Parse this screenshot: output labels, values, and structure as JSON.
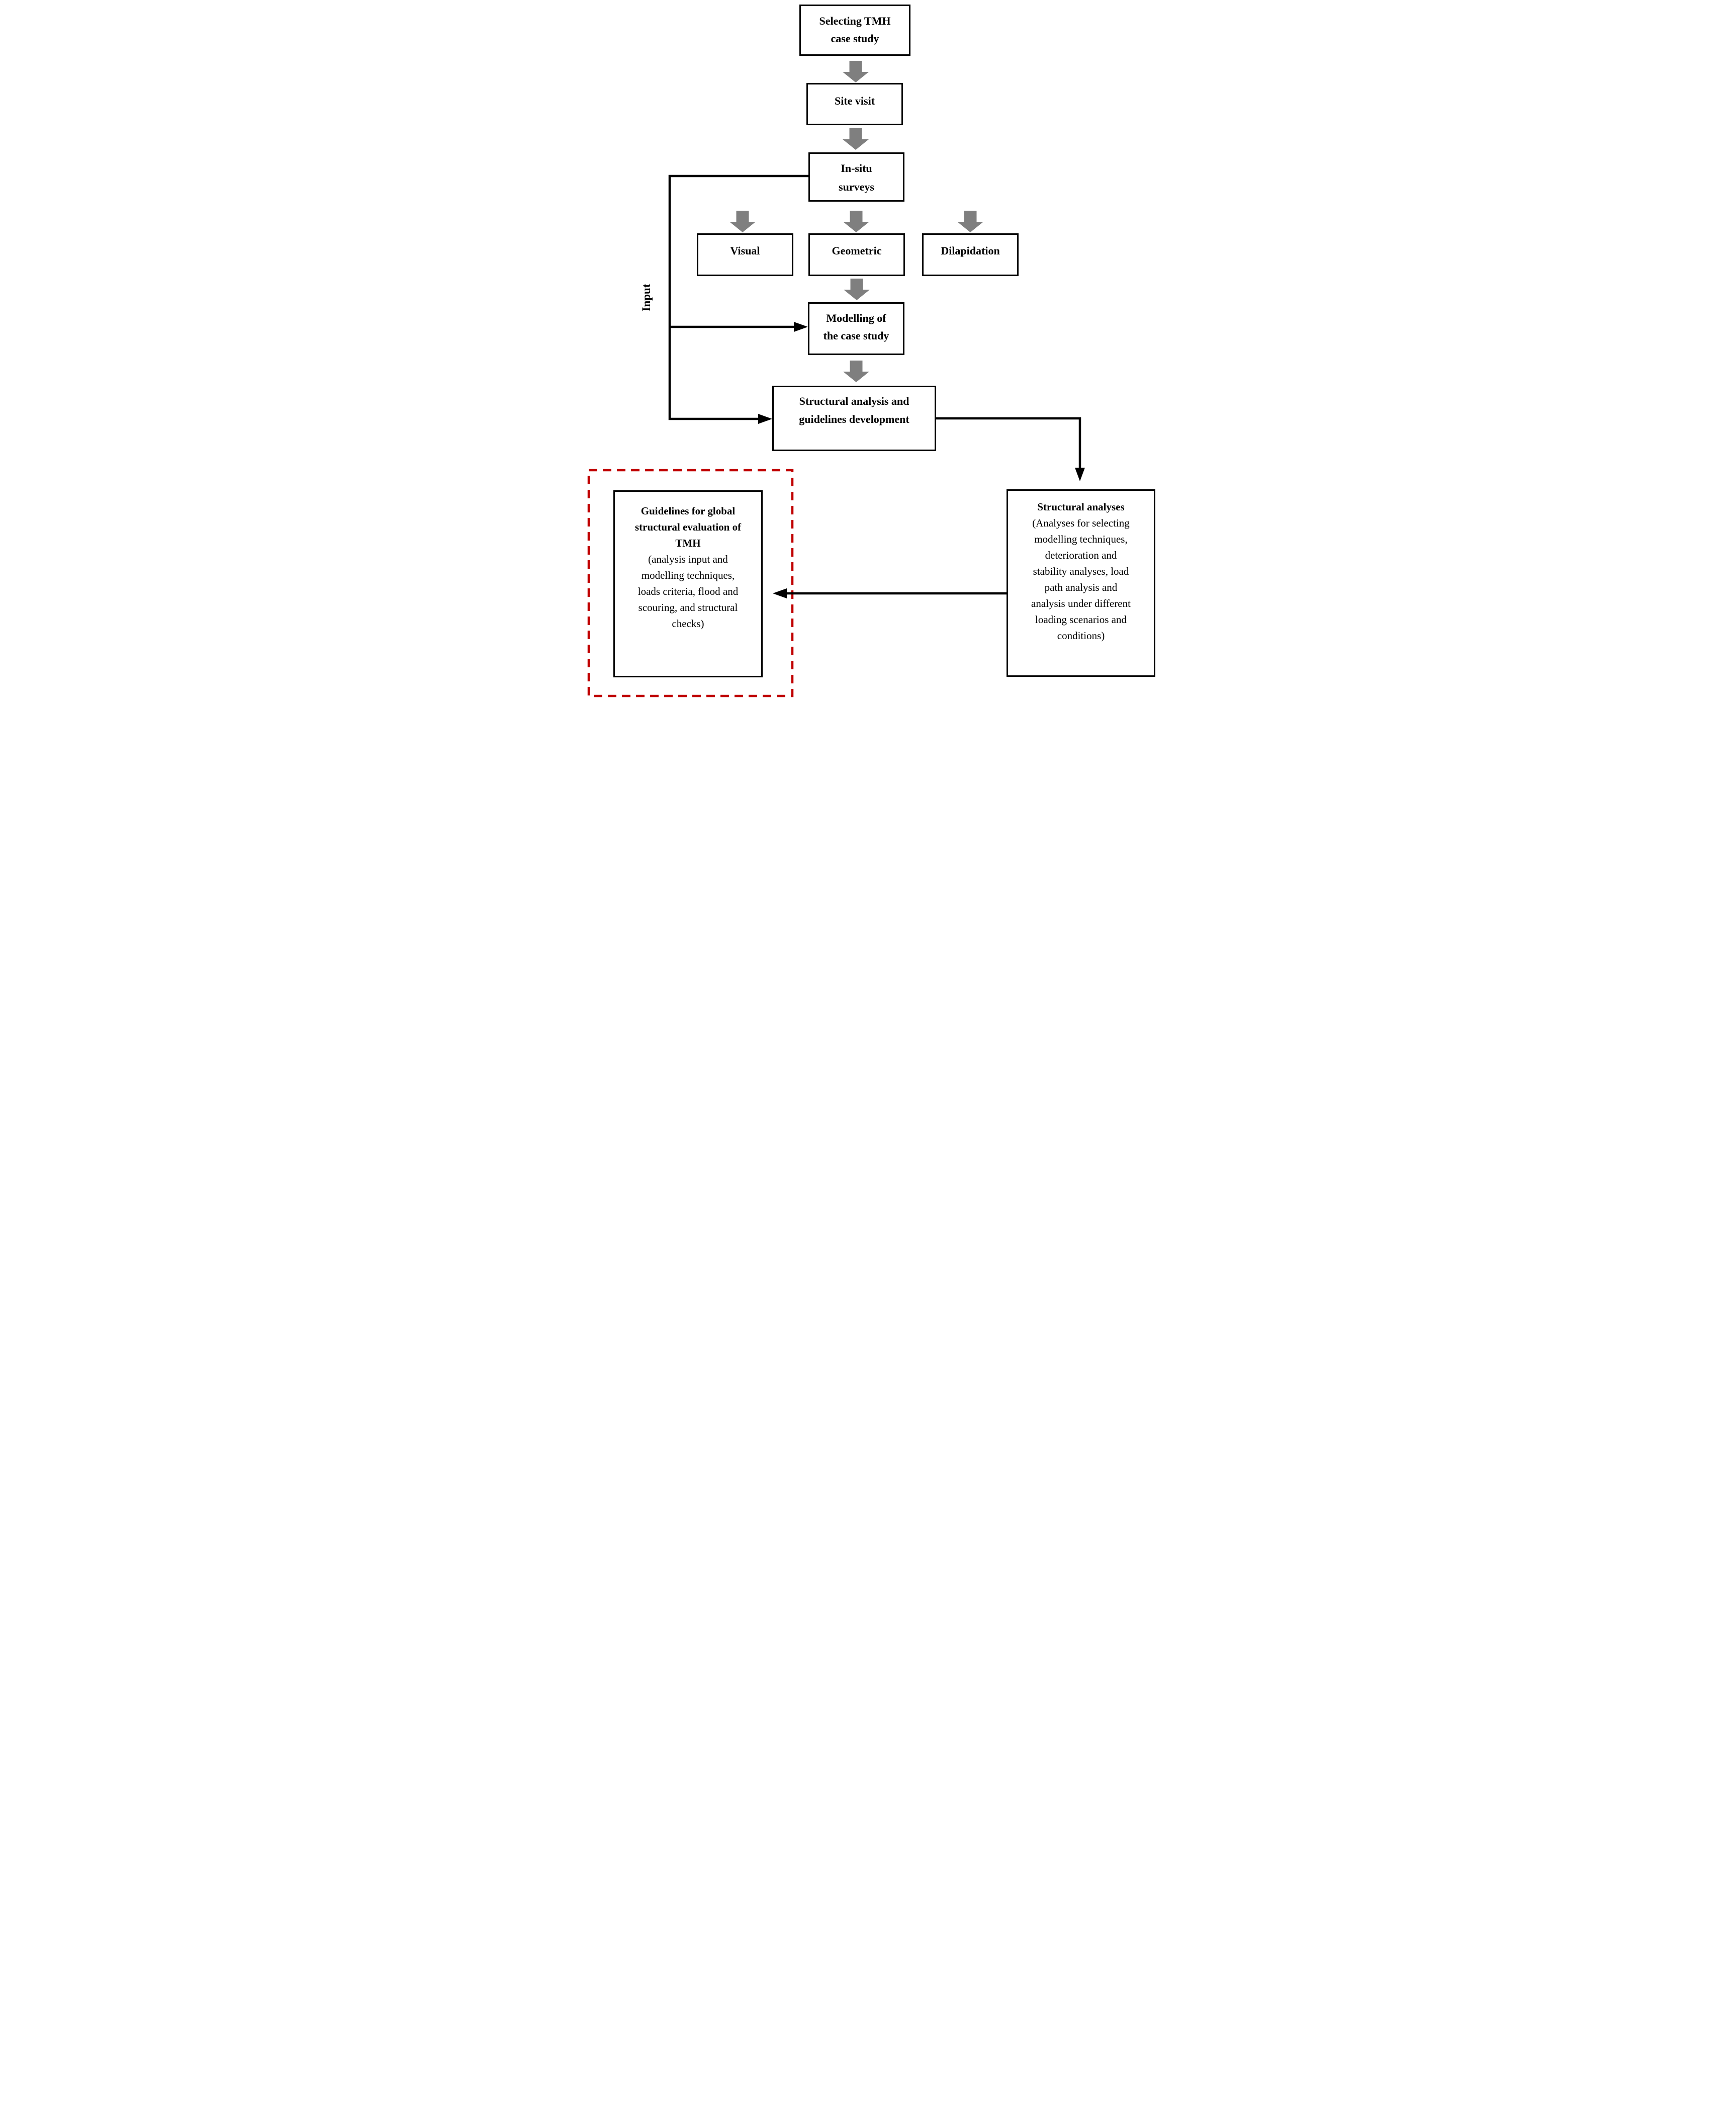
{
  "diagram": {
    "nodes": {
      "selecting": {
        "label": "Selecting TMH\ncase study"
      },
      "site_visit": {
        "label": "Site visit"
      },
      "insitu_surveys": {
        "label": "In-situ\nsurveys"
      },
      "visual": {
        "label": "Visual"
      },
      "geometric": {
        "label": "Geometric"
      },
      "dilapidation": {
        "label": "Dilapidation"
      },
      "modelling": {
        "label": "Modelling of\nthe case study"
      },
      "structural_analysis": {
        "label": "Structural analysis and\nguidelines development"
      },
      "structural_analyses": {
        "title": "Structural analyses",
        "body": "(Analyses for selecting\nmodelling techniques,\ndeterioration and\nstability analyses, load\npath analysis and\nanalysis under different\nloading scenarios and\nconditions)"
      },
      "guidelines": {
        "title": "Guidelines for global\nstructural evaluation of\nTMH",
        "body": "(analysis input and\nmodelling techniques,\nloads criteria, flood and\nscouring, and structural\nchecks)"
      }
    },
    "labels": {
      "input": "Input"
    },
    "colors": {
      "arrow_gray": "#7f7f7f",
      "connector_black": "#000000",
      "highlight_red": "#c00000",
      "box_border": "#000000",
      "background": "#ffffff"
    }
  }
}
